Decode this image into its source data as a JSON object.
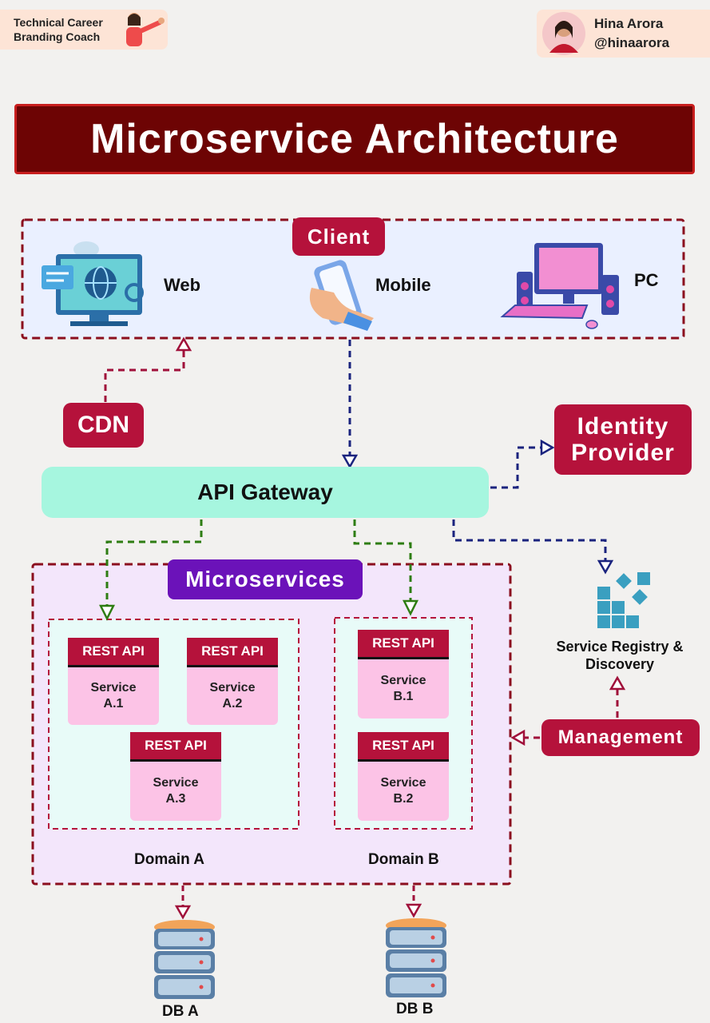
{
  "header": {
    "coach_line1": "Technical Career",
    "coach_line2": "Branding Coach",
    "author_name": "Hina Arora",
    "author_handle": "@hinaarora"
  },
  "title": "Microservice Architecture",
  "client": {
    "label": "Client",
    "devices": [
      {
        "label": "Web",
        "icon": "web-globe-monitor-icon"
      },
      {
        "label": "Mobile",
        "icon": "mobile-phone-hand-icon"
      },
      {
        "label": "PC",
        "icon": "desktop-pc-icon"
      }
    ]
  },
  "cdn": "CDN",
  "identity_provider": {
    "line1": "Identity",
    "line2": "Provider"
  },
  "api_gateway": "API Gateway",
  "microservices": {
    "label": "Microservices",
    "domains": [
      {
        "label": "Domain A",
        "services": [
          {
            "api": "REST API",
            "name": "Service",
            "id": "A.1"
          },
          {
            "api": "REST API",
            "name": "Service",
            "id": "A.2"
          },
          {
            "api": "REST API",
            "name": "Service",
            "id": "A.3"
          }
        ]
      },
      {
        "label": "Domain B",
        "services": [
          {
            "api": "REST API",
            "name": "Service",
            "id": "B.1"
          },
          {
            "api": "REST API",
            "name": "Service",
            "id": "B.2"
          }
        ]
      }
    ]
  },
  "service_registry": {
    "line1": "Service Registry &",
    "line2": "Discovery",
    "icon": "registry-blocks-icon"
  },
  "management": "Management",
  "databases": [
    {
      "label": "DB A",
      "icon": "database-stack-icon"
    },
    {
      "label": "DB B",
      "icon": "database-stack-icon"
    }
  ],
  "colors": {
    "title_bg": "#6d0404",
    "accent_red": "#b5123b",
    "gateway": "#a6f6df",
    "microservices_purple": "#6b12b9",
    "arrow_navy": "#1a237e",
    "arrow_green": "#2e7d12",
    "arrow_maroon": "#a0103a"
  }
}
